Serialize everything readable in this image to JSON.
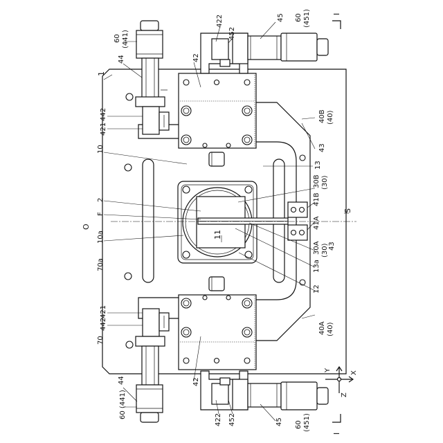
{
  "labels": {
    "l1": "1",
    "l2": "2",
    "l10": "10",
    "l10a": "10a",
    "l11": "11",
    "l12": "12",
    "l13": "13",
    "l13a": "13a",
    "l30A": "30A",
    "l30Ap": "(30)",
    "l30B": "30B",
    "l30Bp": "(30)",
    "l40A": "40A",
    "l40Ap": "(40)",
    "l40B": "40B",
    "l40Bp": "(40)",
    "l41A": "41A",
    "l41B": "41B",
    "l42_top": "42",
    "l42_bottom": "42",
    "l421_top": "421",
    "l421_bottom": "421",
    "l422_top": "422",
    "l422_bottom": "422",
    "l43_top": "43",
    "l43_bottom": "43",
    "l44_top": "44",
    "l44_bottom": "44",
    "l442_top": "442",
    "l442_bottom": "442",
    "l45_top": "45",
    "l45_bottom": "45",
    "l452_top": "452",
    "l452_bottom": "452",
    "l60_topleft": "60",
    "l441_topleft": "(441)",
    "l60_441_bottom": "60 (441)",
    "l60_topright": "60",
    "l451_topright": "(451)",
    "l60_bottomright": "60",
    "l451_bottomright": "(451)",
    "l70": "70",
    "l70a": "70a",
    "lF": "F",
    "lO": "O",
    "lS": "S",
    "lI_top": "I",
    "lI_bottom": "I",
    "axX": "X",
    "axY": "Y",
    "axZ": "Z"
  }
}
